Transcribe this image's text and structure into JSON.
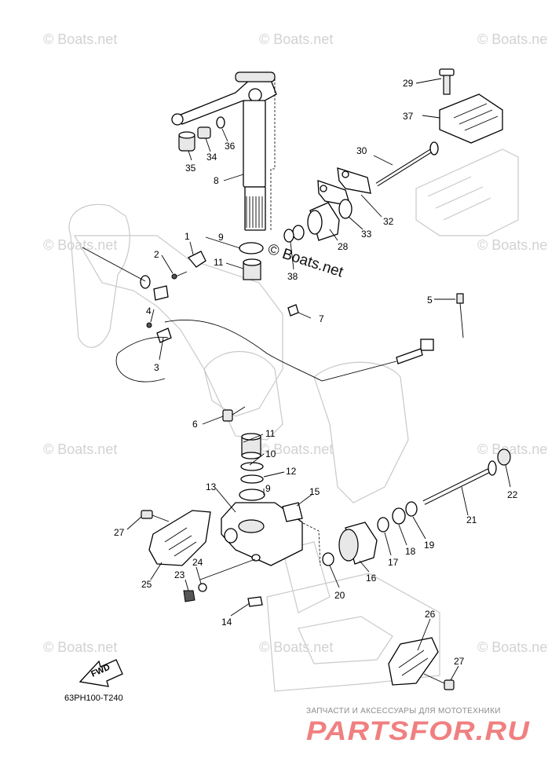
{
  "watermarks": {
    "small": "© Boats.net",
    "center": "© Boats.net"
  },
  "diagram_code": "63PH100-T240",
  "fwd_label": "FWD",
  "advert": {
    "top_line": "ЗАПЧАСТИ И АКСЕССУАРЫ ДЛЯ МОТОТЕХНИКИ",
    "logo": "PARTSFOR.RU"
  },
  "callouts": [
    "1",
    "2",
    "3",
    "4",
    "5",
    "6",
    "7",
    "8",
    "9",
    "10",
    "11",
    "12",
    "13",
    "14",
    "15",
    "16",
    "17",
    "18",
    "19",
    "20",
    "21",
    "22",
    "23",
    "24",
    "25",
    "26",
    "27",
    "28",
    "29",
    "30",
    "32",
    "33",
    "34",
    "35",
    "36",
    "37",
    "38"
  ]
}
